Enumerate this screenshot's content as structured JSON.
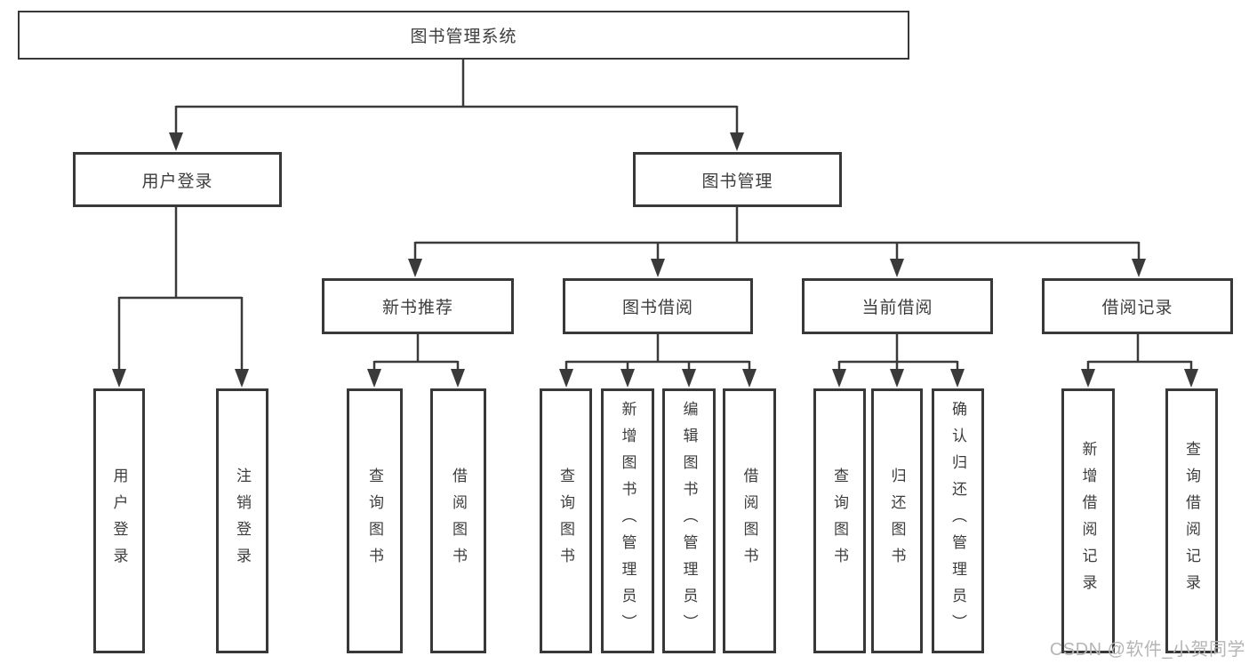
{
  "tree": {
    "root": "图书管理系统",
    "branches": [
      {
        "label": "用户登录",
        "children": [
          "用户登录",
          "注销登录"
        ]
      },
      {
        "label": "图书管理",
        "groups": [
          {
            "label": "新书推荐",
            "children": [
              "查询图书",
              "借阅图书"
            ]
          },
          {
            "label": "图书借阅",
            "children": [
              "查询图书",
              "新增图书（管理员）",
              "编辑图书（管理员）",
              "借阅图书"
            ]
          },
          {
            "label": "当前借阅",
            "children": [
              "查询图书",
              "归还图书",
              "确认归还（管理员）"
            ]
          },
          {
            "label": "借阅记录",
            "children": [
              "新增借阅记录",
              "查询借阅记录"
            ]
          }
        ]
      }
    ]
  },
  "watermark": "CSDN @软件_小贺同学",
  "colors": {
    "line": "#3a3a3a",
    "box_border": "#383838",
    "text": "#3d3d3d",
    "watermark": "#b5b5b5",
    "background": "#ffffff"
  }
}
